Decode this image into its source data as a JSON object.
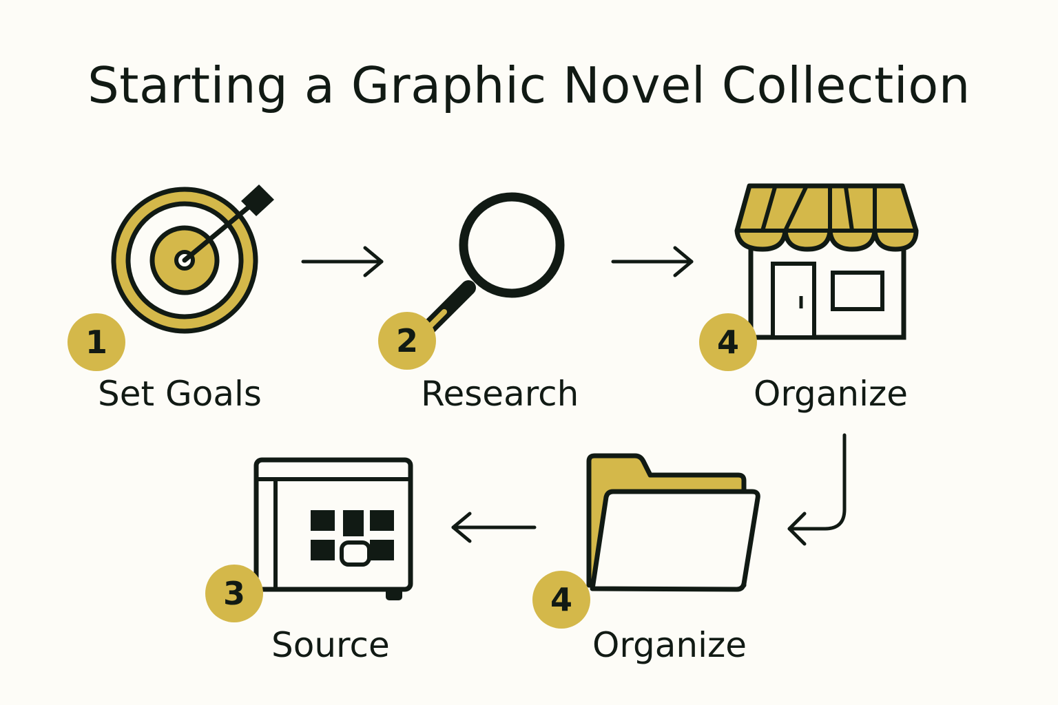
{
  "title": "Starting a Graphic Novel Collection",
  "colors": {
    "accent": "#d4b84a",
    "ink": "#111a14",
    "background": "#fdfcf7"
  },
  "steps": [
    {
      "number": "1",
      "label": "Set Goals",
      "icon": "target-icon"
    },
    {
      "number": "2",
      "label": "Research",
      "icon": "magnifier-icon"
    },
    {
      "number": "4",
      "label": "Organize",
      "icon": "storefront-icon"
    },
    {
      "number": "4",
      "label": "Organize",
      "icon": "folder-icon"
    },
    {
      "number": "3",
      "label": "Source",
      "icon": "safe-icon"
    }
  ]
}
